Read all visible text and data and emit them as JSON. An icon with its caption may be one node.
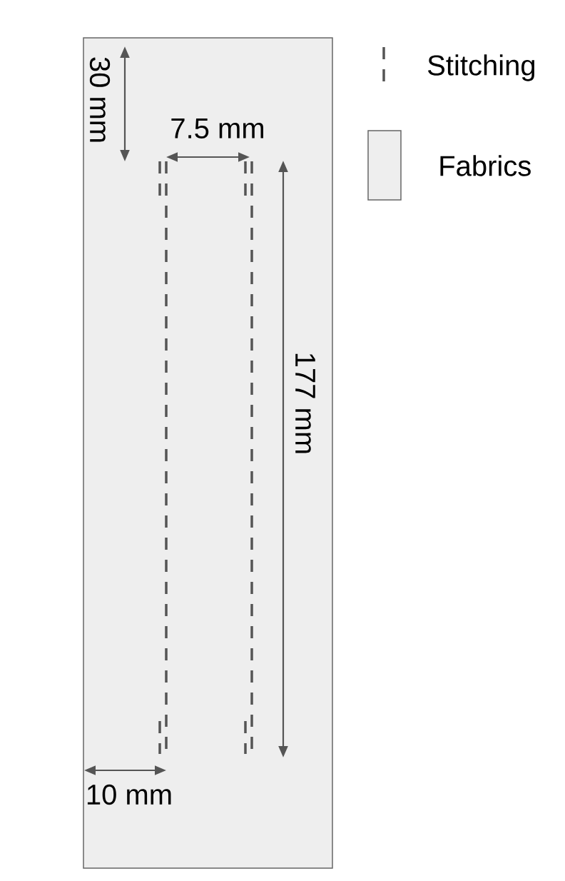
{
  "diagram": {
    "labels": [
      "30 mm",
      "7.5 mm",
      "177 mm",
      "10 mm"
    ],
    "legend": [
      {
        "text": "Stitching"
      },
      {
        "text": "Fabrics",
        "color": "#eeeeee"
      }
    ]
  }
}
